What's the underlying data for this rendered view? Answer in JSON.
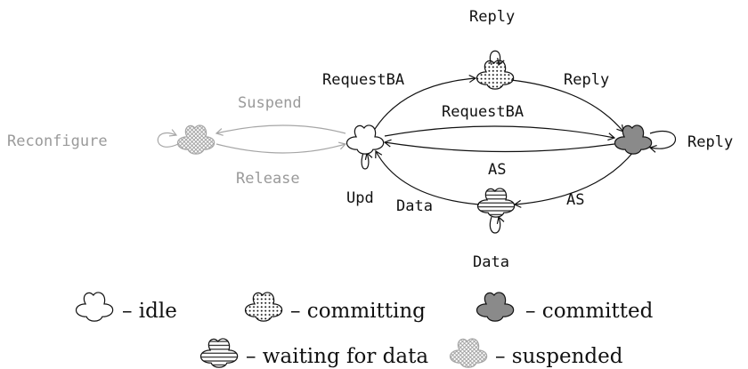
{
  "edges": {
    "request_ba_top": "RequestBA",
    "reply_top_loop": "Reply",
    "reply_to_committed": "Reply",
    "request_ba_mid": "RequestBA",
    "reply_committed_loop": "Reply",
    "as_back": "AS",
    "as_down": "AS",
    "data_back": "Data",
    "data_loop": "Data",
    "upd_loop": "Upd",
    "suspend": "Suspend",
    "release": "Release",
    "reconfigure": "Reconfigure"
  },
  "legend": {
    "idle": "– idle",
    "committing": "– committing",
    "committed": "– committed",
    "waiting": "– waiting for data",
    "suspended": "– suspended"
  },
  "colors": {
    "committed_fill": "#8a8a8a",
    "suspended_stroke": "#a6a6a6"
  }
}
